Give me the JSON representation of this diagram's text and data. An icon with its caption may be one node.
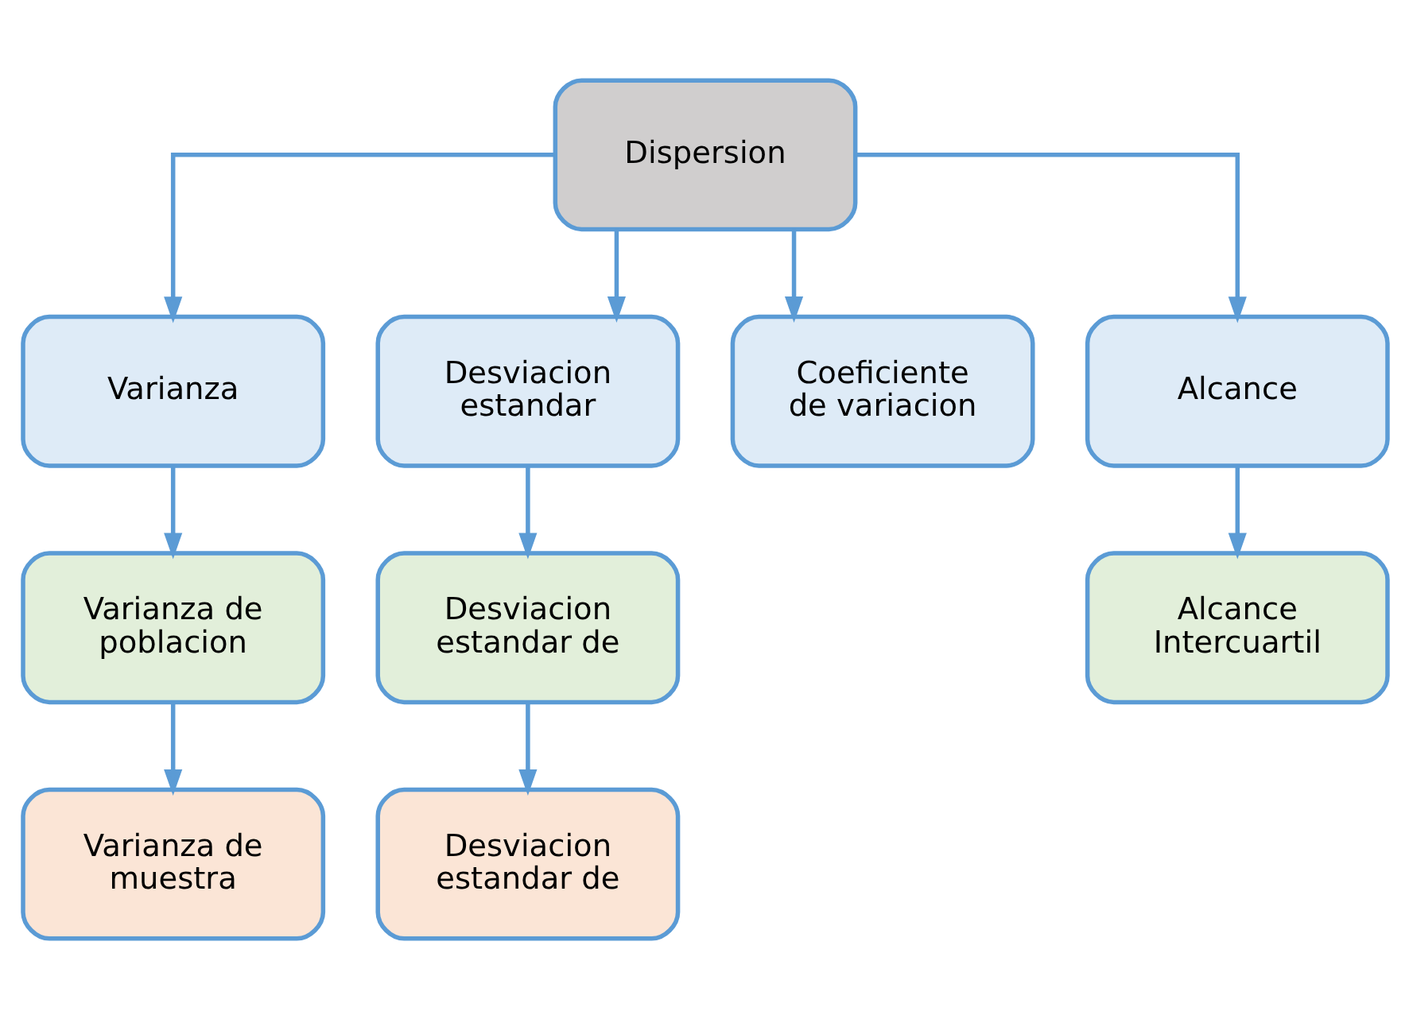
{
  "diagram": {
    "nodes": [
      {
        "text": [
          "Dispersion"
        ]
      },
      {
        "text": [
          "Varianza"
        ]
      },
      {
        "text": [
          "Desviacion estandar"
        ]
      },
      {
        "text": [
          "Coeficiente de variacion"
        ]
      },
      {
        "text": [
          "Alcance"
        ]
      },
      {
        "text": [
          "Varianza de poblacion"
        ]
      },
      {
        "text": [
          "Desviacion estandar de"
        ]
      },
      {
        "text": [
          "Alcance Intercuartil"
        ]
      },
      {
        "text": [
          "Varianza de muestra"
        ]
      },
      {
        "text": [
          "Desviacion estandar de"
        ]
      }
    ],
    "edges": [
      {
        "from": 0,
        "to": 1,
        "arrow": "to"
      },
      {
        "from": 0,
        "to": 2,
        "arrow": "to"
      },
      {
        "from": 0,
        "to": 3,
        "arrow": "to"
      },
      {
        "from": 0,
        "to": 4,
        "arrow": "to"
      },
      {
        "from": 1,
        "to": 5,
        "arrow": "to"
      },
      {
        "from": 2,
        "to": 6,
        "arrow": "to"
      },
      {
        "from": 4,
        "to": 7,
        "arrow": "to"
      },
      {
        "from": 5,
        "to": 8,
        "arrow": "to"
      },
      {
        "from": 6,
        "to": 9,
        "arrow": "to"
      }
    ]
  }
}
